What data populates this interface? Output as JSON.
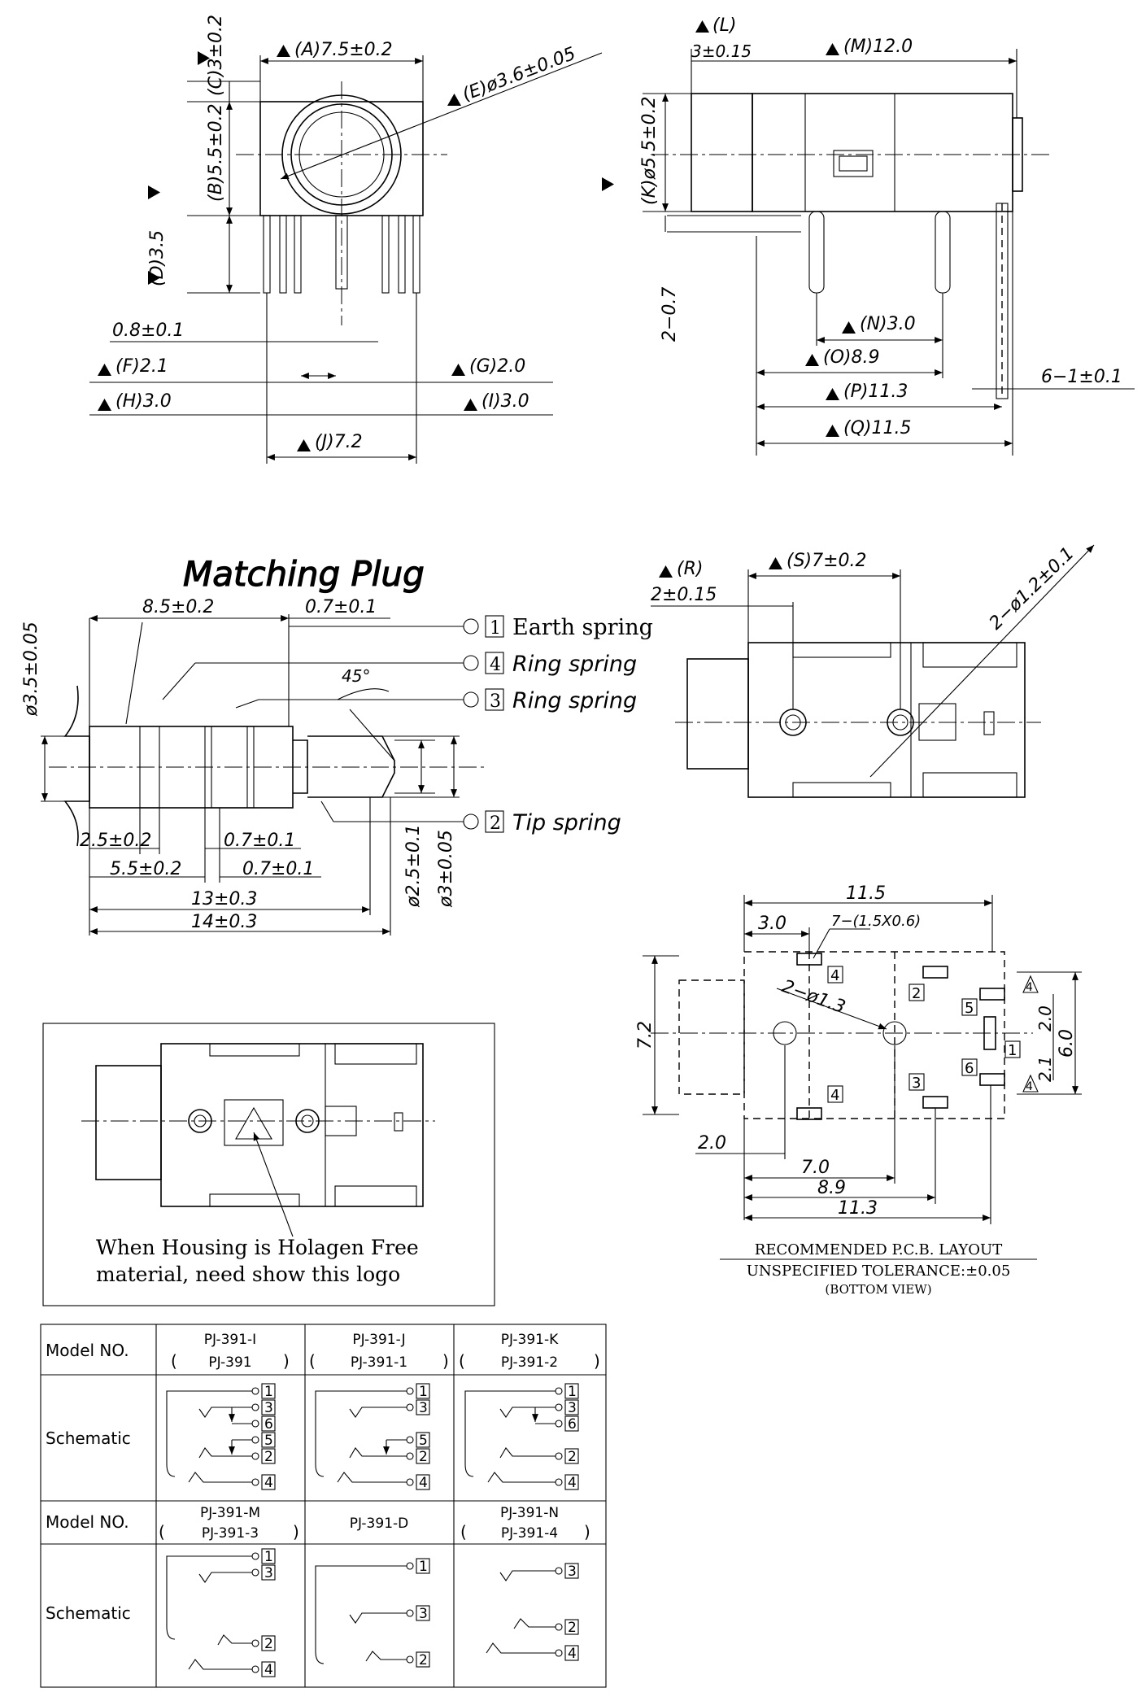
{
  "front_view": {
    "dims": {
      "A": "(A)7.5±0.2",
      "C": "(C)3±0.2",
      "E": "(E)ø3.6±0.05",
      "B": "(B)5.5±0.2",
      "D": "(D)3.5",
      "pin_width": "0.8±0.1",
      "F": "(F)2.1",
      "G": "(G)2.0",
      "H": "(H)3.0",
      "I": "(I)3.0",
      "J": "(J)7.2"
    }
  },
  "side_view": {
    "dims": {
      "L": "(L)",
      "L_value": "3±0.15",
      "M": "(M)12.0",
      "K": "(K)ø5.5±0.2",
      "pin_offset": "2−0.7",
      "N": "(N)3.0",
      "O": "(O)8.9",
      "P": "(P)11.3",
      "Q": "(Q)11.5",
      "pin_tol": "6−1±0.1"
    }
  },
  "plug": {
    "title": "Matching Plug",
    "dims": {
      "dia": "ø3.5±0.05",
      "len1": "8.5±0.2",
      "len2": "0.7±0.1",
      "angle": "45°",
      "d1": "2.5±0.2",
      "d2": "0.7±0.1",
      "d3": "5.5±0.2",
      "d4": "0.7±0.1",
      "d5": "13±0.3",
      "d6": "14±0.3",
      "tip1": "ø2.5±0.1",
      "tip2": "ø3±0.05"
    },
    "springs": [
      {
        "num": "1",
        "label": "Earth spring"
      },
      {
        "num": "4",
        "label": "Ring spring"
      },
      {
        "num": "3",
        "label": "Ring spring"
      },
      {
        "num": "2",
        "label": "Tip spring"
      }
    ]
  },
  "top_view": {
    "dims": {
      "R": "(R)",
      "R_value": "2±0.15",
      "S": "(S)7±0.2",
      "holes": "2−ø1.2±0.1"
    }
  },
  "pcb_layout": {
    "dims": {
      "w115": "11.5",
      "w30": "3.0",
      "slots": "7−(1.5X0.6)",
      "holes": "2−ø1.3",
      "h72": "7.2",
      "h60": "6.0",
      "h20": "2.0",
      "h21": "2.1",
      "w20": "2.0",
      "w70": "7.0",
      "w89": "8.9",
      "w113": "11.3"
    },
    "pad_labels": [
      "4",
      "2",
      "5",
      "1",
      "6",
      "3",
      "4",
      "4",
      "4"
    ],
    "caption": [
      "RECOMMENDED P.C.B. LAYOUT",
      "UNSPECIFIED TOLERANCE:±0.05",
      "(BOTTOM VIEW)"
    ]
  },
  "logo_box": {
    "note_lines": [
      "When Housing is Holagen Free",
      "material, need show this logo"
    ]
  },
  "model_table": {
    "row_labels": [
      "Model NO.",
      "Schematic",
      "Model NO.",
      "Schematic"
    ],
    "models_row1": [
      {
        "main": "PJ-391-I",
        "alt": "PJ-391"
      },
      {
        "main": "PJ-391-J",
        "alt": "PJ-391-1"
      },
      {
        "main": "PJ-391-K",
        "alt": "PJ-391-2"
      }
    ],
    "models_row2": [
      {
        "main": "PJ-391-M",
        "alt": "PJ-391-3"
      },
      {
        "main": "PJ-391-D",
        "alt": ""
      },
      {
        "main": "PJ-391-N",
        "alt": "PJ-391-4"
      }
    ],
    "schematics": [
      [
        "1",
        "3",
        "6",
        "5",
        "2",
        "4"
      ],
      [
        "1",
        "3",
        "5",
        "2",
        "4"
      ],
      [
        "1",
        "3",
        "6",
        "2",
        "4"
      ],
      [
        "1",
        "3",
        "2",
        "4"
      ],
      [
        "1",
        "3",
        "2"
      ],
      [
        "3",
        "2",
        "4"
      ]
    ]
  }
}
